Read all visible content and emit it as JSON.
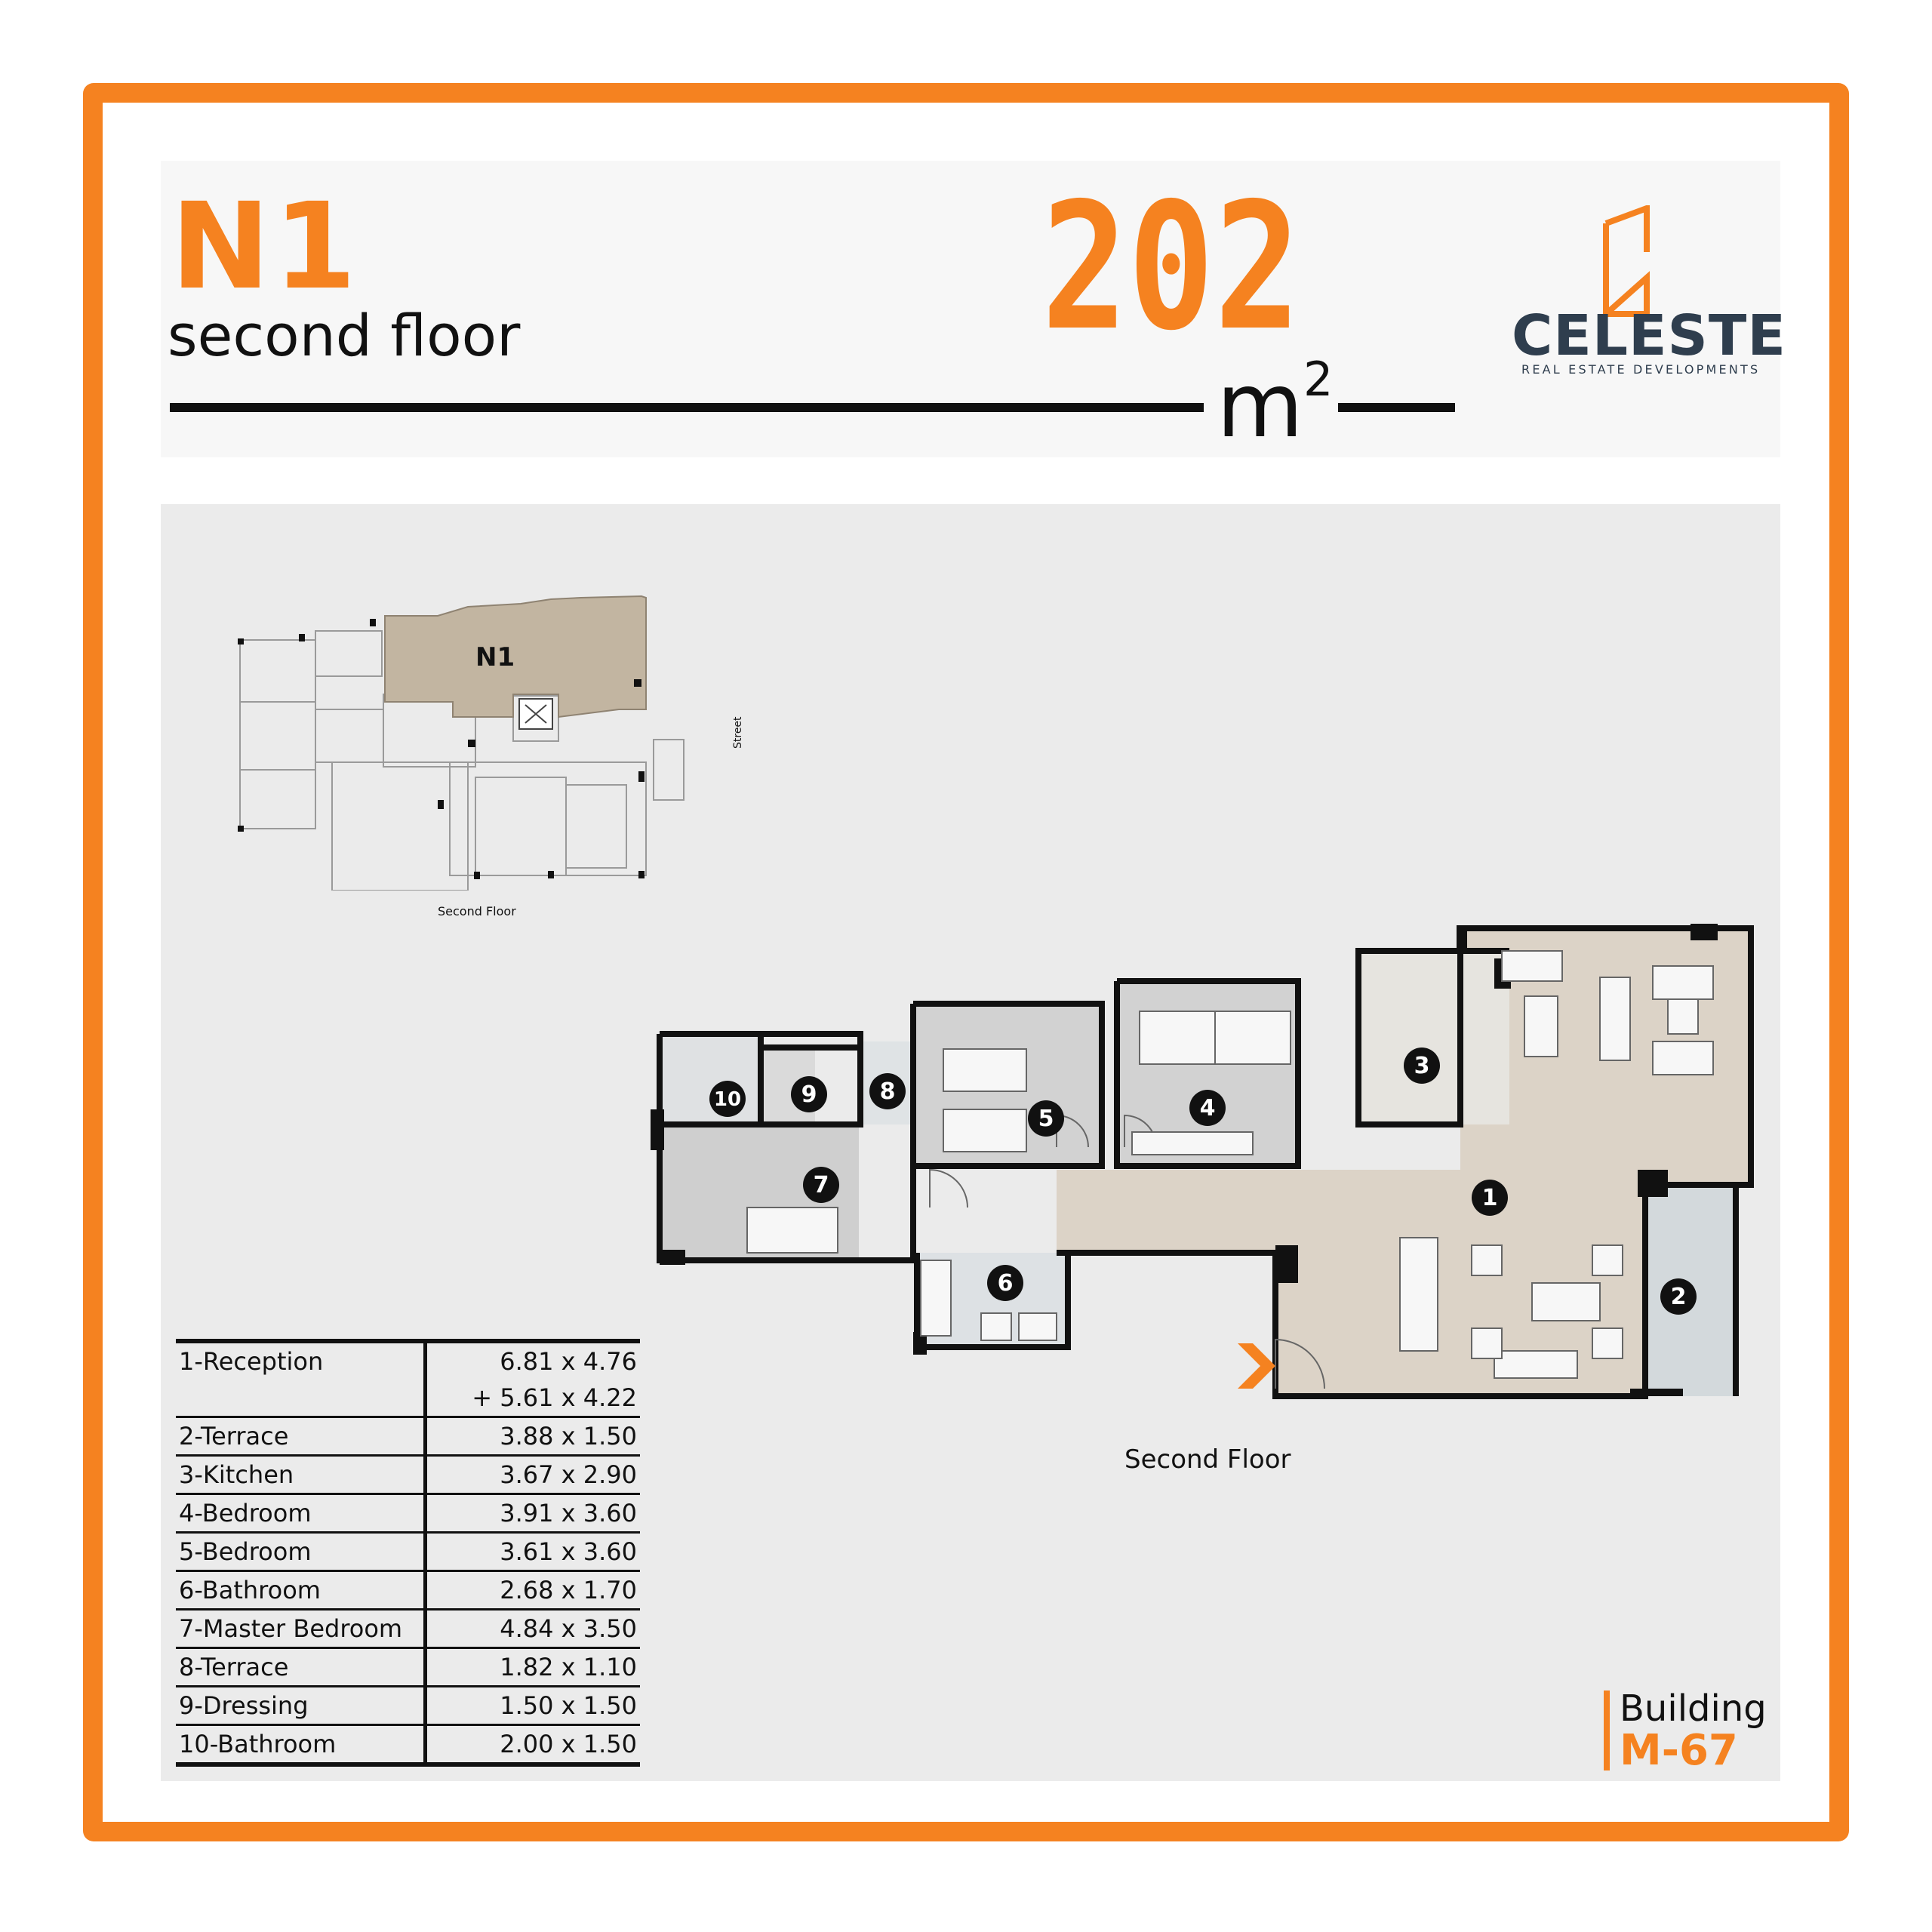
{
  "header": {
    "unit_code": "N1",
    "floor": "second floor",
    "area_value": "202",
    "area_unit": "m",
    "area_unit_power": "2"
  },
  "brand": {
    "name": "CELESTE",
    "tagline": "REAL ESTATE DEVELOPMENTS",
    "accent_color": "#f58220",
    "text_color": "#2f3e4e"
  },
  "key_plan": {
    "unit_label": "N1",
    "street_label": "Street",
    "caption": "Second Floor"
  },
  "plan": {
    "caption": "Second Floor",
    "room_numbers": [
      "1",
      "2",
      "3",
      "4",
      "5",
      "6",
      "7",
      "8",
      "9",
      "10"
    ]
  },
  "rooms": [
    {
      "name": "1-Reception",
      "dims": "6.81 x 4.76"
    },
    {
      "name": "",
      "dims": "+ 5.61 x 4.22"
    },
    {
      "name": "2-Terrace",
      "dims": "3.88 x 1.50"
    },
    {
      "name": "3-Kitchen",
      "dims": "3.67 x 2.90"
    },
    {
      "name": "4-Bedroom",
      "dims": "3.91 x 3.60"
    },
    {
      "name": "5-Bedroom",
      "dims": "3.61 x 3.60"
    },
    {
      "name": "6-Bathroom",
      "dims": "2.68 x 1.70"
    },
    {
      "name": "7-Master Bedroom",
      "dims": "4.84 x 3.50"
    },
    {
      "name": "8-Terrace",
      "dims": "1.82 x 1.10"
    },
    {
      "name": "9-Dressing",
      "dims": "1.50 x 1.50"
    },
    {
      "name": "10-Bathroom",
      "dims": "2.00 x 1.50"
    }
  ],
  "building": {
    "label": "Building",
    "code": "M-67"
  }
}
